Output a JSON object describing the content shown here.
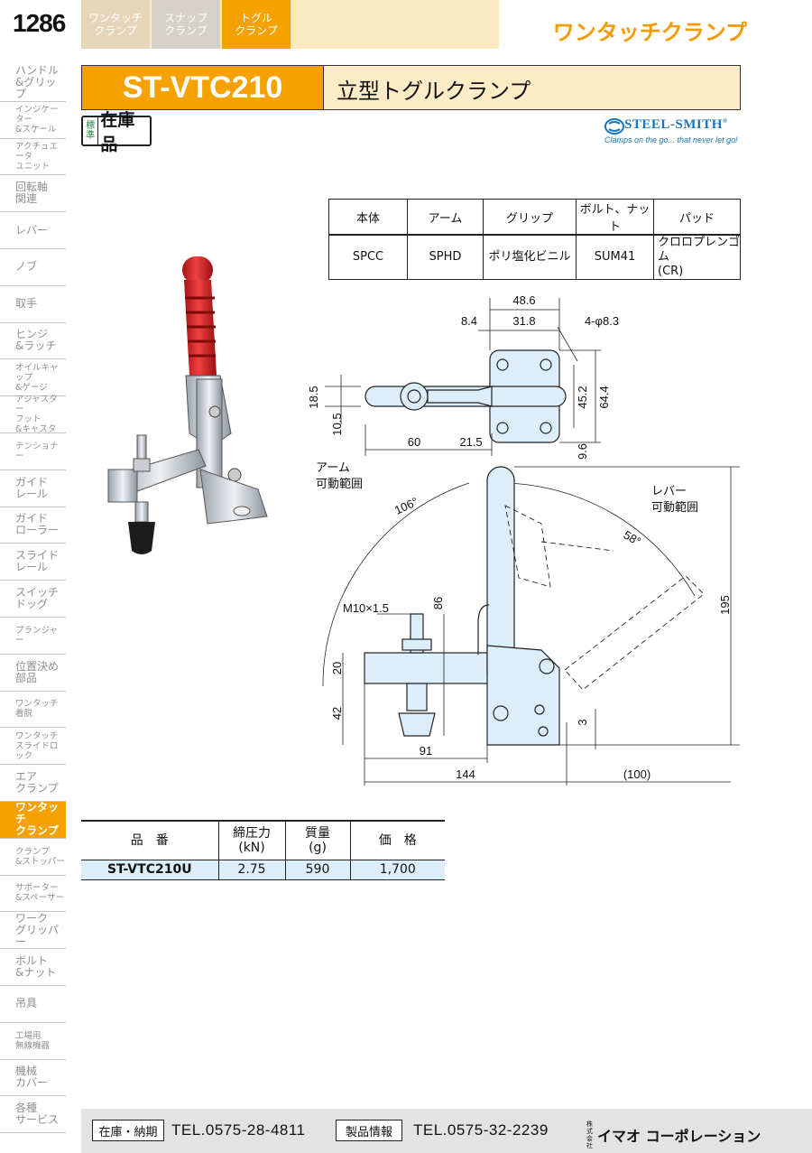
{
  "page_number": "1286",
  "tabs": [
    {
      "label": "ワンタッチ\nクランプ",
      "active": false
    },
    {
      "label": "スナップ\nクランプ",
      "active": false
    },
    {
      "label": "トグル\nクランプ",
      "active": true
    }
  ],
  "category_title": "ワンタッチクランプ",
  "sidebar": [
    {
      "label": "ハンドル\n&グリップ",
      "small": false
    },
    {
      "label": "インジケーター\n&スケール",
      "small": true
    },
    {
      "label": "アクチュエータ\nユニット",
      "small": true
    },
    {
      "label": "回転軸\n関連",
      "small": false
    },
    {
      "label": "レバー",
      "small": false
    },
    {
      "label": "ノブ",
      "small": false
    },
    {
      "label": "取手",
      "small": false
    },
    {
      "label": "ヒンジ\n&ラッチ",
      "small": false
    },
    {
      "label": "オイルキャップ\n&ゲージ",
      "small": true
    },
    {
      "label": "アジャスター\nフット\n&キャスタ",
      "small": true
    },
    {
      "label": "テンショナー",
      "small": true
    },
    {
      "label": "ガイド\nレール",
      "small": false
    },
    {
      "label": "ガイド\nローラー",
      "small": false
    },
    {
      "label": "スライド\nレール",
      "small": false
    },
    {
      "label": "スイッチ\nドッグ",
      "small": false
    },
    {
      "label": "プランジャー",
      "small": true
    },
    {
      "label": "位置決め\n部品",
      "small": false
    },
    {
      "label": "ワンタッチ\n着脱",
      "small": true
    },
    {
      "label": "ワンタッチ\nスライドロック",
      "small": true
    },
    {
      "label": "エア\nクランプ",
      "small": false
    },
    {
      "label": "ワンタッチ\nクランプ",
      "small": false,
      "active": true
    },
    {
      "label": "クランプ\n&ストッパー",
      "small": true
    },
    {
      "label": "サポーター\n&スペーサー",
      "small": true
    },
    {
      "label": "ワーク\nグリッパー",
      "small": false
    },
    {
      "label": "ボルト\n&ナット",
      "small": false
    },
    {
      "label": "吊具",
      "small": false
    },
    {
      "label": "工場用\n無線機器",
      "small": true
    },
    {
      "label": "機械\nカバー",
      "small": false
    },
    {
      "label": "各種\nサービス",
      "small": false
    }
  ],
  "product": {
    "model": "ST-VTC210",
    "name": "立型トグルクランプ",
    "stock_prefix": "標\n準",
    "stock_label": "在庫品"
  },
  "brand": {
    "name": "STEEL-SMITH",
    "registered": "®",
    "tagline": "Clamps on the go... that never let go!"
  },
  "materials": {
    "headers": [
      "本体",
      "アーム",
      "グリップ",
      "ボルト、ナット",
      "パッド"
    ],
    "values": [
      "SPCC",
      "SPHD",
      "ポリ塩化ビニル",
      "SUM41",
      "クロロプレンゴム\n(CR)"
    ]
  },
  "drawing": {
    "dimensions": {
      "d48_6": "48.6",
      "d8_4": "8.4",
      "d31_8": "31.8",
      "hole": "4-φ8.3",
      "d18_5": "18.5",
      "d10_5": "10.5",
      "d45_2": "45.2",
      "d64_4": "64.4",
      "d60": "60",
      "d21_5": "21.5",
      "d9_6": "9.6",
      "thread": "M10×1.5",
      "d86": "86",
      "d20": "20",
      "d42": "42",
      "d3": "3",
      "d91": "91",
      "d144": "144",
      "d100": "(100)",
      "d195": "195",
      "angle106": "106°",
      "angle58": "58°"
    },
    "arm_range_label": "アーム\n可動範囲",
    "lever_range_label": "レバー\n可動範囲"
  },
  "spec_table": {
    "headers": [
      "品　番",
      "締圧力\n(kN)",
      "質量\n(g)",
      "価　格"
    ],
    "rows": [
      [
        "ST-VTC210U",
        "2.75",
        "590",
        "1,700"
      ]
    ]
  },
  "footer": {
    "stock_label": "在庫・納期",
    "stock_tel": "TEL.0575-28-4811",
    "info_label": "製品情報",
    "info_tel": "TEL.0575-32-2239",
    "company_prefix": "株式\n会社",
    "company_name": "イマオ コーポレーション"
  }
}
